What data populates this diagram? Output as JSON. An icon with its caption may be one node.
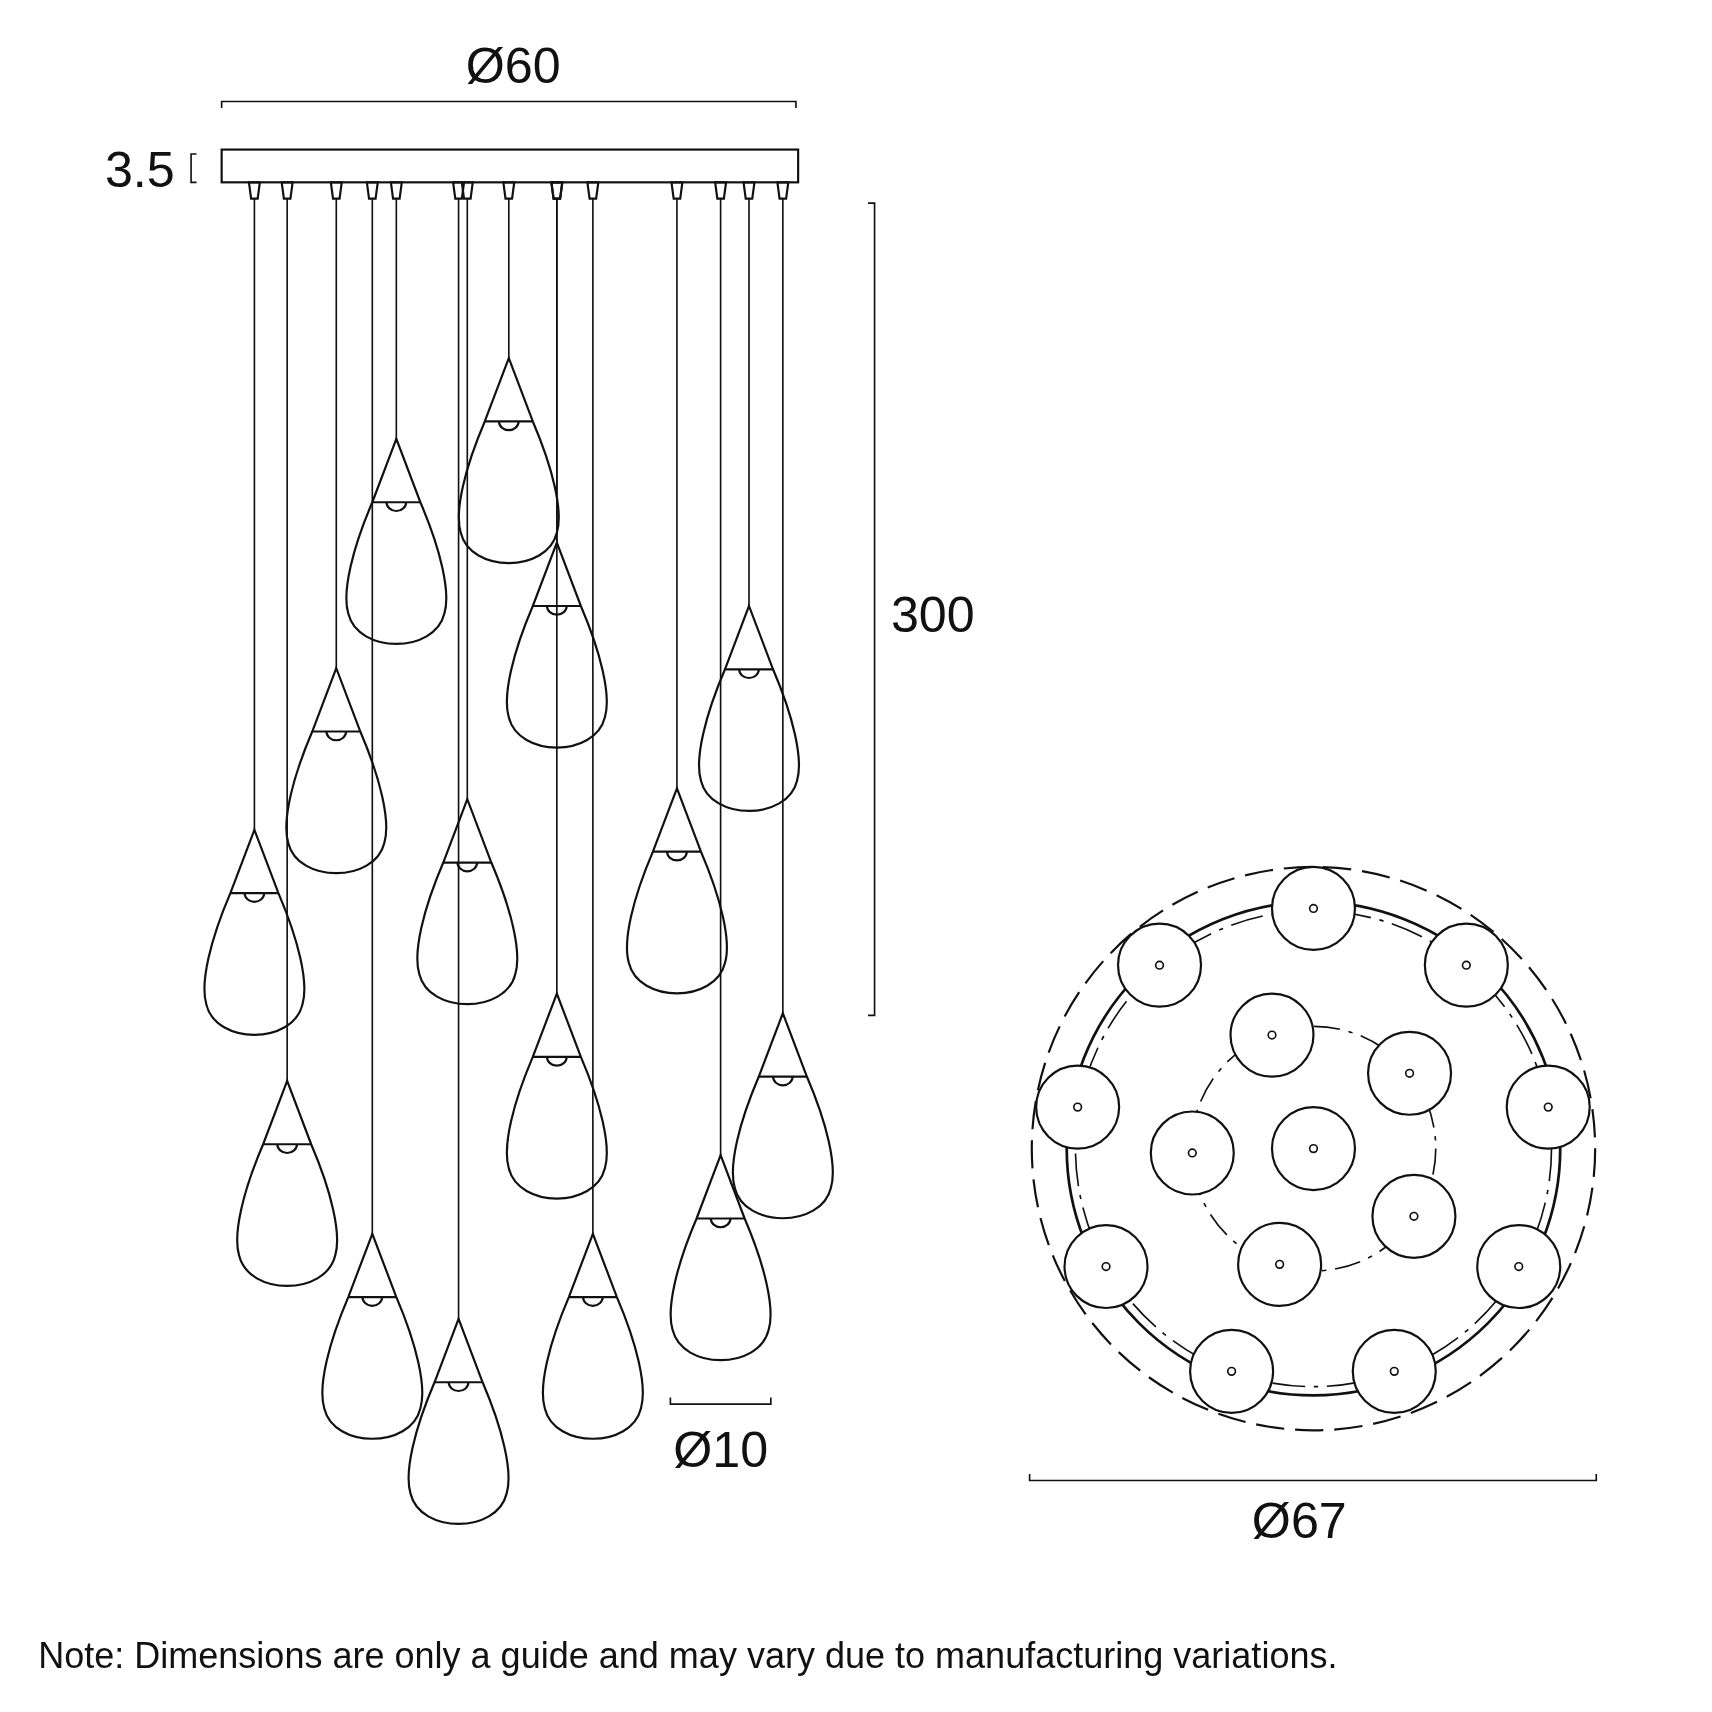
{
  "diagram": {
    "labels": [
      "Ø60",
      "3.5",
      "300",
      "Ø10",
      "Ø67",
      "Note: Dimensions are only a guide and may vary due to manufacturing variations."
    ]
  }
}
